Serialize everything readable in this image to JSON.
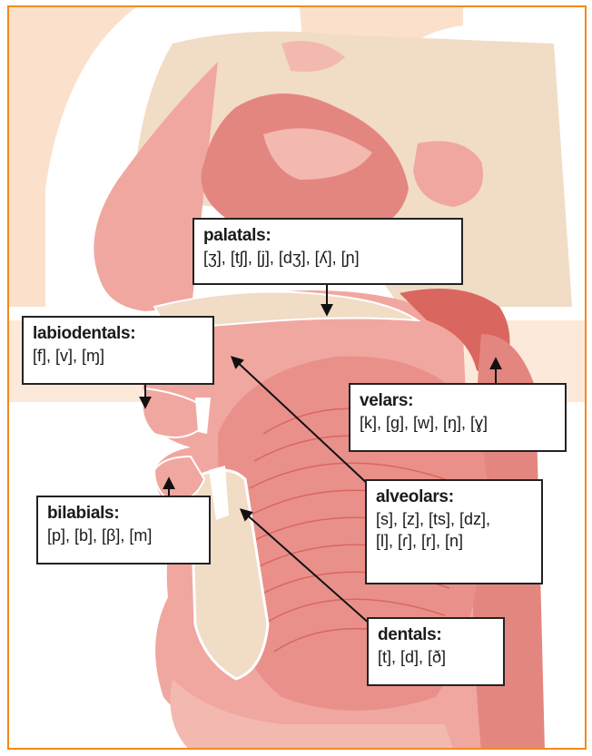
{
  "labels": {
    "palatals": {
      "title": "palatals:",
      "sounds": "[ʒ], [tʃ], [j], [dʒ], [ʎ], [ɲ]"
    },
    "labiodentals": {
      "title": "labiodentals:",
      "sounds": "[f], [v], [ɱ]"
    },
    "velars": {
      "title": "velars:",
      "sounds": "[k], [g], [w], [ŋ], [ɣ]"
    },
    "bilabials": {
      "title": "bilabials:",
      "sounds": "[p], [b], [β], [m]"
    },
    "alveolars": {
      "title": "alveolars:",
      "sounds": "[s], [z], [ts], [dz],\n[l], [ɾ], [r], [n]"
    },
    "dentals": {
      "title": "dentals:",
      "sounds": "[t], [d], [ð]"
    }
  },
  "colors": {
    "frame": "#f28a1e",
    "watermark": "#fbe1cc",
    "bone": "#f1dcc6",
    "flesh": "#f0a7a0",
    "flesh_dark": "#d9675f",
    "cavity": "#e48680",
    "tongue": "#e9908a"
  }
}
